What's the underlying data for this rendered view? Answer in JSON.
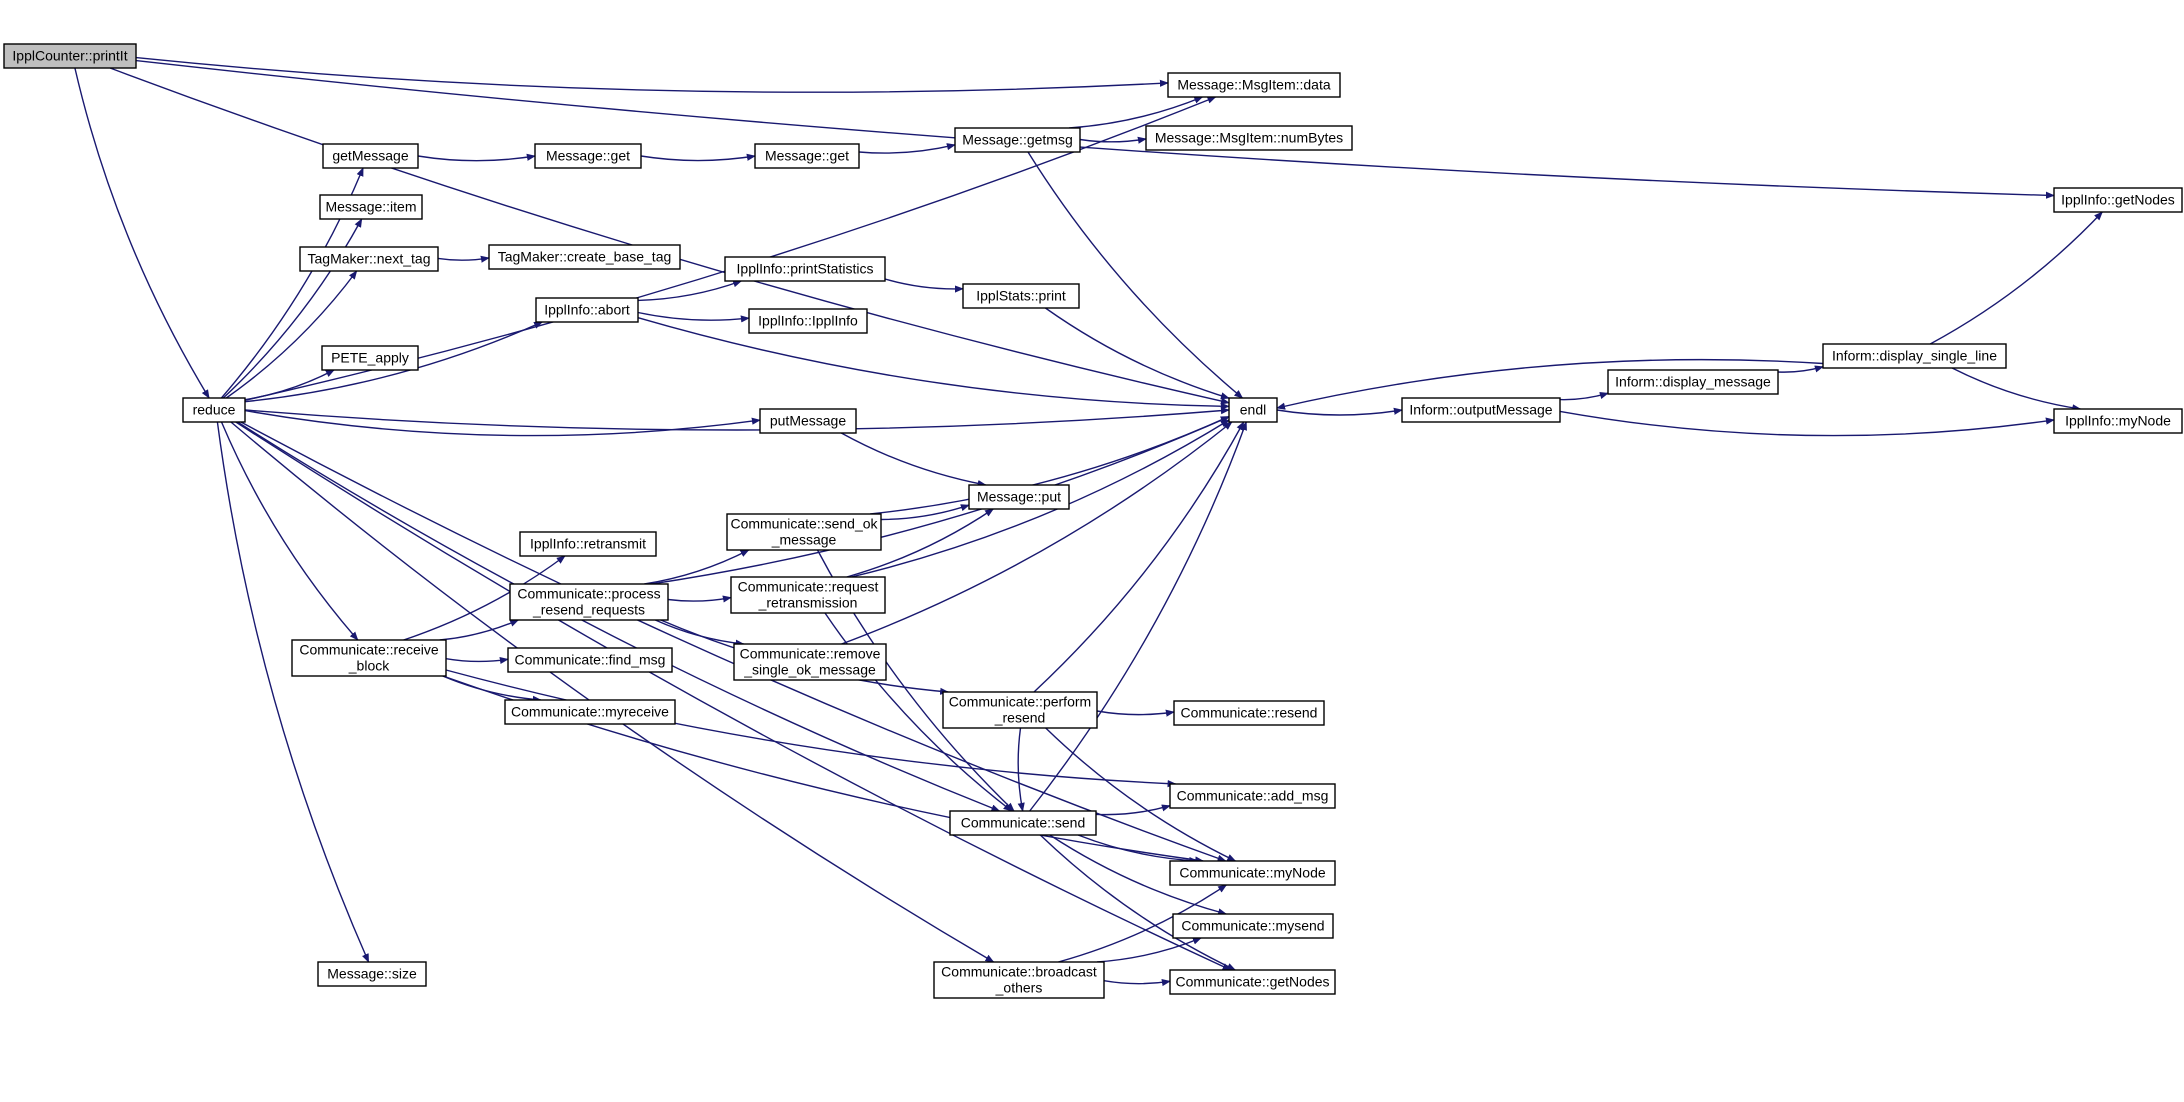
{
  "colors": {
    "edge": "#191970",
    "node_fill": "#ffffff",
    "root_fill": "#bfbfbf",
    "border": "#000000"
  },
  "nodes": [
    {
      "id": "printIt",
      "lines": [
        "IpplCounter::printIt"
      ],
      "root": true
    },
    {
      "id": "reduce",
      "lines": [
        "reduce"
      ]
    },
    {
      "id": "getMessage",
      "lines": [
        "getMessage"
      ]
    },
    {
      "id": "msg_get1",
      "lines": [
        "Message::get"
      ]
    },
    {
      "id": "msg_get2",
      "lines": [
        "Message::get"
      ]
    },
    {
      "id": "getmsg",
      "lines": [
        "Message::getmsg"
      ]
    },
    {
      "id": "msgitem_data",
      "lines": [
        "Message::MsgItem::data"
      ]
    },
    {
      "id": "msgitem_numbytes",
      "lines": [
        "Message::MsgItem::numBytes"
      ]
    },
    {
      "id": "msg_item",
      "lines": [
        "Message::item"
      ]
    },
    {
      "id": "next_tag",
      "lines": [
        "TagMaker::next_tag"
      ]
    },
    {
      "id": "create_base_tag",
      "lines": [
        "TagMaker::create_base_tag"
      ]
    },
    {
      "id": "abort",
      "lines": [
        "IpplInfo::abort"
      ]
    },
    {
      "id": "printStatistics",
      "lines": [
        "IpplInfo::printStatistics"
      ]
    },
    {
      "id": "ippl_info_ctor",
      "lines": [
        "IpplInfo::IpplInfo"
      ]
    },
    {
      "id": "stats_print",
      "lines": [
        "IpplStats::print"
      ]
    },
    {
      "id": "pete_apply",
      "lines": [
        "PETE_apply"
      ]
    },
    {
      "id": "endl",
      "lines": [
        "endl"
      ]
    },
    {
      "id": "outputMessage",
      "lines": [
        "Inform::outputMessage"
      ]
    },
    {
      "id": "display_message",
      "lines": [
        "Inform::display_message"
      ]
    },
    {
      "id": "display_single_line",
      "lines": [
        "Inform::display_single_line"
      ]
    },
    {
      "id": "ippl_getNodes",
      "lines": [
        "IpplInfo::getNodes"
      ]
    },
    {
      "id": "ippl_myNode",
      "lines": [
        "IpplInfo::myNode"
      ]
    },
    {
      "id": "putMessage",
      "lines": [
        "putMessage"
      ]
    },
    {
      "id": "msg_put",
      "lines": [
        "Message::put"
      ]
    },
    {
      "id": "retransmit",
      "lines": [
        "IpplInfo::retransmit"
      ]
    },
    {
      "id": "send_ok",
      "lines": [
        "Communicate::send_ok",
        "_message"
      ]
    },
    {
      "id": "process_resend",
      "lines": [
        "Communicate::process",
        "_resend_requests"
      ]
    },
    {
      "id": "request_retrans",
      "lines": [
        "Communicate::request",
        "_retransmission"
      ]
    },
    {
      "id": "receive_block",
      "lines": [
        "Communicate::receive",
        "_block"
      ]
    },
    {
      "id": "find_msg",
      "lines": [
        "Communicate::find_msg"
      ]
    },
    {
      "id": "remove_ok",
      "lines": [
        "Communicate::remove",
        "_single_ok_message"
      ]
    },
    {
      "id": "myreceive",
      "lines": [
        "Communicate::myreceive"
      ]
    },
    {
      "id": "perform_resend",
      "lines": [
        "Communicate::perform",
        "_resend"
      ]
    },
    {
      "id": "resend",
      "lines": [
        "Communicate::resend"
      ]
    },
    {
      "id": "add_msg",
      "lines": [
        "Communicate::add_msg"
      ]
    },
    {
      "id": "send",
      "lines": [
        "Communicate::send"
      ]
    },
    {
      "id": "comm_myNode",
      "lines": [
        "Communicate::myNode"
      ]
    },
    {
      "id": "mysend",
      "lines": [
        "Communicate::mysend"
      ]
    },
    {
      "id": "msg_size",
      "lines": [
        "Message::size"
      ]
    },
    {
      "id": "broadcast",
      "lines": [
        "Communicate::broadcast",
        "_others"
      ]
    },
    {
      "id": "comm_getNodes",
      "lines": [
        "Communicate::getNodes"
      ]
    }
  ],
  "edges": [
    [
      "printIt",
      "reduce"
    ],
    [
      "printIt",
      "endl"
    ],
    [
      "printIt",
      "ippl_getNodes"
    ],
    [
      "printIt",
      "msgitem_data"
    ],
    [
      "reduce",
      "getMessage"
    ],
    [
      "reduce",
      "msg_item"
    ],
    [
      "reduce",
      "next_tag"
    ],
    [
      "reduce",
      "abort"
    ],
    [
      "reduce",
      "pete_apply"
    ],
    [
      "reduce",
      "endl"
    ],
    [
      "reduce",
      "putMessage"
    ],
    [
      "reduce",
      "receive_block"
    ],
    [
      "reduce",
      "send"
    ],
    [
      "reduce",
      "comm_myNode"
    ],
    [
      "reduce",
      "msg_size"
    ],
    [
      "reduce",
      "broadcast"
    ],
    [
      "reduce",
      "comm_getNodes"
    ],
    [
      "reduce",
      "msgitem_data"
    ],
    [
      "getMessage",
      "msg_get1"
    ],
    [
      "msg_get1",
      "msg_get2"
    ],
    [
      "msg_get2",
      "getmsg"
    ],
    [
      "getmsg",
      "msgitem_data"
    ],
    [
      "getmsg",
      "msgitem_numbytes"
    ],
    [
      "getmsg",
      "endl"
    ],
    [
      "next_tag",
      "create_base_tag"
    ],
    [
      "abort",
      "printStatistics"
    ],
    [
      "abort",
      "ippl_info_ctor"
    ],
    [
      "abort",
      "endl"
    ],
    [
      "printStatistics",
      "stats_print"
    ],
    [
      "stats_print",
      "endl"
    ],
    [
      "endl",
      "outputMessage"
    ],
    [
      "outputMessage",
      "display_message"
    ],
    [
      "outputMessage",
      "ippl_myNode"
    ],
    [
      "display_message",
      "display_single_line"
    ],
    [
      "display_single_line",
      "endl"
    ],
    [
      "display_single_line",
      "ippl_getNodes"
    ],
    [
      "display_single_line",
      "ippl_myNode"
    ],
    [
      "putMessage",
      "msg_put"
    ],
    [
      "receive_block",
      "retransmit"
    ],
    [
      "receive_block",
      "process_resend"
    ],
    [
      "receive_block",
      "find_msg"
    ],
    [
      "receive_block",
      "myreceive"
    ],
    [
      "receive_block",
      "add_msg"
    ],
    [
      "receive_block",
      "comm_myNode"
    ],
    [
      "process_resend",
      "send_ok"
    ],
    [
      "process_resend",
      "request_retrans"
    ],
    [
      "process_resend",
      "remove_ok"
    ],
    [
      "process_resend",
      "perform_resend"
    ],
    [
      "process_resend",
      "endl"
    ],
    [
      "send_ok",
      "msg_put"
    ],
    [
      "send_ok",
      "endl"
    ],
    [
      "send_ok",
      "send"
    ],
    [
      "request_retrans",
      "msg_put"
    ],
    [
      "request_retrans",
      "endl"
    ],
    [
      "request_retrans",
      "send"
    ],
    [
      "remove_ok",
      "endl"
    ],
    [
      "perform_resend",
      "resend"
    ],
    [
      "perform_resend",
      "endl"
    ],
    [
      "perform_resend",
      "send"
    ],
    [
      "perform_resend",
      "comm_myNode"
    ],
    [
      "send",
      "add_msg"
    ],
    [
      "send",
      "comm_myNode"
    ],
    [
      "send",
      "mysend"
    ],
    [
      "send",
      "comm_getNodes"
    ],
    [
      "send",
      "endl"
    ],
    [
      "broadcast",
      "comm_myNode"
    ],
    [
      "broadcast",
      "mysend"
    ],
    [
      "broadcast",
      "comm_getNodes"
    ]
  ]
}
